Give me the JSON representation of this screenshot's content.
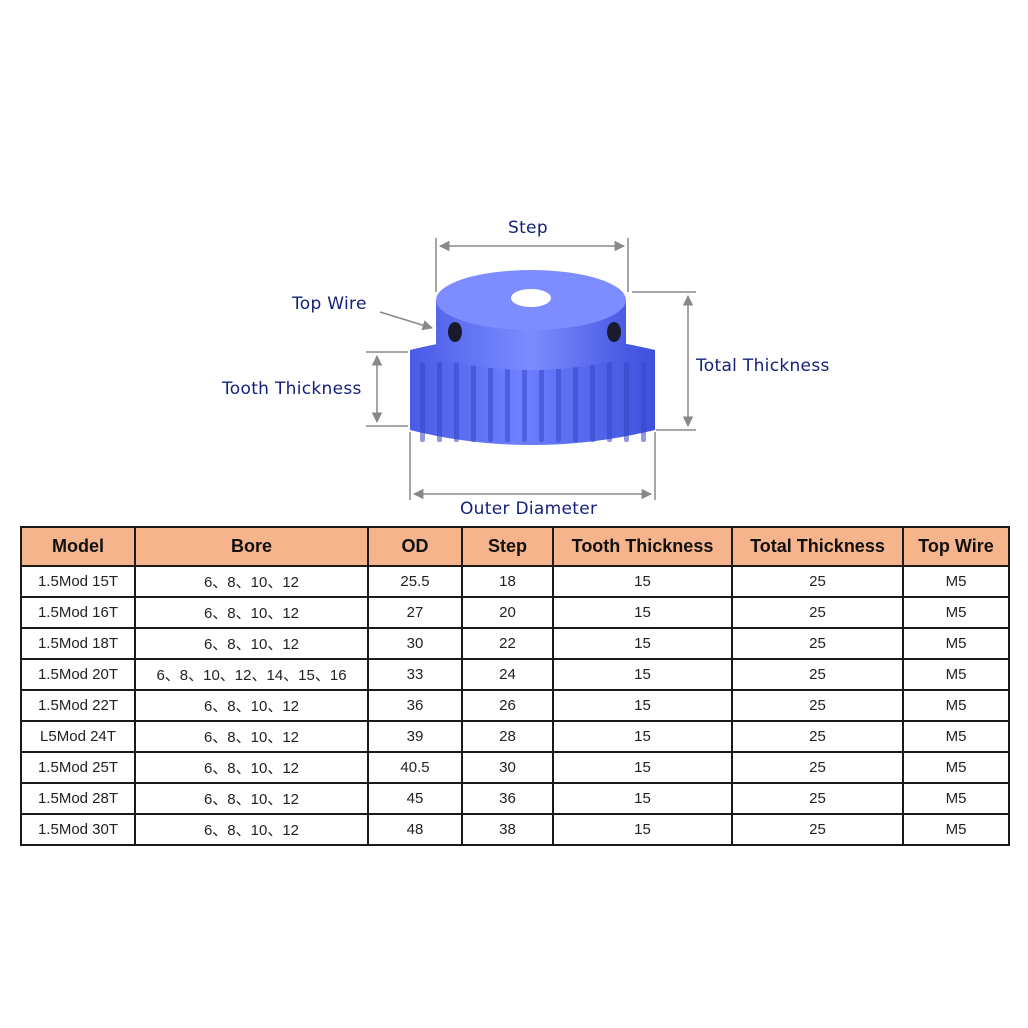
{
  "labels": {
    "step": "Step",
    "top_wire": "Top Wire",
    "total_thickness": "Total Thickness",
    "tooth_thickness": "Tooth Thickness",
    "outer_diameter": "Outer Diameter"
  },
  "colors": {
    "gear": "#5567f0",
    "label_text": "#14207a",
    "header_bg": "#f5b48c"
  },
  "table": {
    "headers": [
      "Model",
      "Bore",
      "OD",
      "Step",
      "Tooth Thickness",
      "Total Thickness",
      "Top Wire"
    ],
    "rows": [
      [
        "1.5Mod 15T",
        "6、8、10、12",
        "25.5",
        "18",
        "15",
        "25",
        "M5"
      ],
      [
        "1.5Mod 16T",
        "6、8、10、12",
        "27",
        "20",
        "15",
        "25",
        "M5"
      ],
      [
        "1.5Mod 18T",
        "6、8、10、12",
        "30",
        "22",
        "15",
        "25",
        "M5"
      ],
      [
        "1.5Mod 20T",
        "6、8、10、12、14、15、16",
        "33",
        "24",
        "15",
        "25",
        "M5"
      ],
      [
        "1.5Mod 22T",
        "6、8、10、12",
        "36",
        "26",
        "15",
        "25",
        "M5"
      ],
      [
        "L5Mod 24T",
        "6、8、10、12",
        "39",
        "28",
        "15",
        "25",
        "M5"
      ],
      [
        "1.5Mod 25T",
        "6、8、10、12",
        "40.5",
        "30",
        "15",
        "25",
        "M5"
      ],
      [
        "1.5Mod 28T",
        "6、8、10、12",
        "45",
        "36",
        "15",
        "25",
        "M5"
      ],
      [
        "1.5Mod 30T",
        "6、8、10、12",
        "48",
        "38",
        "15",
        "25",
        "M5"
      ]
    ]
  }
}
